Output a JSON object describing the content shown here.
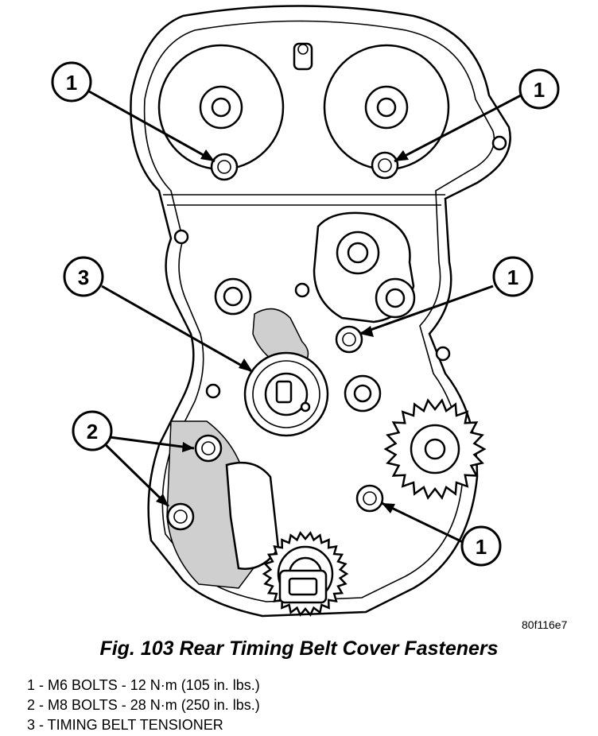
{
  "figure": {
    "ref_code": "80f116e7",
    "caption": "Fig. 103 Rear Timing Belt Cover Fasteners"
  },
  "callouts": [
    {
      "id": "c1a",
      "label": "1"
    },
    {
      "id": "c1b",
      "label": "1"
    },
    {
      "id": "c3",
      "label": "3"
    },
    {
      "id": "c1c",
      "label": "1"
    },
    {
      "id": "c2",
      "label": "2"
    },
    {
      "id": "c1d",
      "label": "1"
    }
  ],
  "legend": [
    "1 - M6 BOLTS - 12 N·m (105 in. lbs.)",
    "2 - M8 BOLTS - 28 N·m (250 in. lbs.)",
    "3 - TIMING BELT TENSIONER"
  ]
}
